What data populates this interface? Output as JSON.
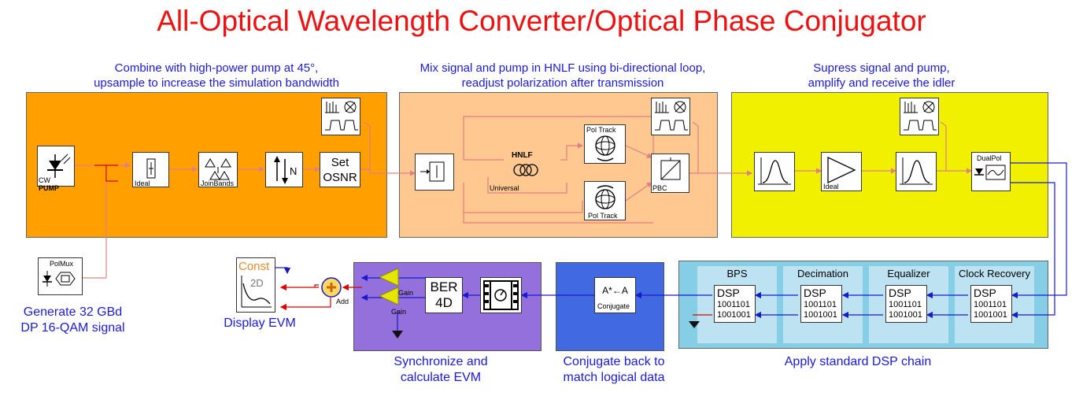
{
  "title": "All-Optical Wavelength Converter/Optical Phase Conjugator",
  "colors": {
    "title": "#ee1111",
    "caption": "#1a1ad6",
    "panel_pump": "#ff9f00",
    "panel_hnlf": "#ffc891",
    "panel_receive": "#f0f000",
    "panel_dsp": "#86cde6",
    "panel_sync": "#9370db",
    "panel_conjugate": "#4169e1",
    "optical_link": "#e08080",
    "electrical_link": "#1a1acc"
  },
  "captions": {
    "pump_line1": "Combine with high-power pump at 45°,",
    "pump_line2": "upsample to increase the simulation bandwidth",
    "hnlf_line1": "Mix signal and pump in HNLF using bi-directional loop,",
    "hnlf_line2": "readjust polarization after transmission",
    "receive_line1": "Supress signal and pump,",
    "receive_line2": "amplify and receive the idler",
    "signal_line1": "Generate 32 GBd",
    "signal_line2": "DP 16-QAM signal",
    "display": "Display EVM",
    "sync_line1": "Synchronize and",
    "sync_line2": "calculate EVM",
    "conj_line1": "Conjugate back to",
    "conj_line2": "match logical data",
    "dsp": "Apply standard DSP chain"
  },
  "blocks": {
    "pump_cw": "CW",
    "pump_name": "PUMP",
    "ideal_1": "Ideal",
    "join_bands": "JoinBands",
    "set_osnr_1": "Set",
    "set_osnr_2": "OSNR",
    "hnlf": "HNLF",
    "universal": "Universal",
    "pol_track_top": "Pol Track",
    "pol_track_bottom": "Pol Track",
    "pbc": "PBC",
    "ideal_2": "Ideal",
    "dual_pol": "DualPol",
    "polmux": "PolMux",
    "const": "Const",
    "const_2d": "2D",
    "add": "Add",
    "gain_1": "Gain",
    "gain_2": "Gain",
    "ber_1": "BER",
    "ber_2": "4D",
    "conjugate_symbol": "A*←A",
    "conjugate": "Conjugate"
  },
  "dsp_chain": [
    {
      "title": "Clock Recovery",
      "label": "DSP",
      "bits1": "1001101",
      "bits2": "1001001"
    },
    {
      "title": "Equalizer",
      "label": "DSP",
      "bits1": "1001101",
      "bits2": "1001001"
    },
    {
      "title": "Decimation",
      "label": "DSP",
      "bits1": "1001101",
      "bits2": "1001001"
    },
    {
      "title": "BPS",
      "label": "DSP",
      "bits1": "1001101",
      "bits2": "1001001"
    }
  ]
}
